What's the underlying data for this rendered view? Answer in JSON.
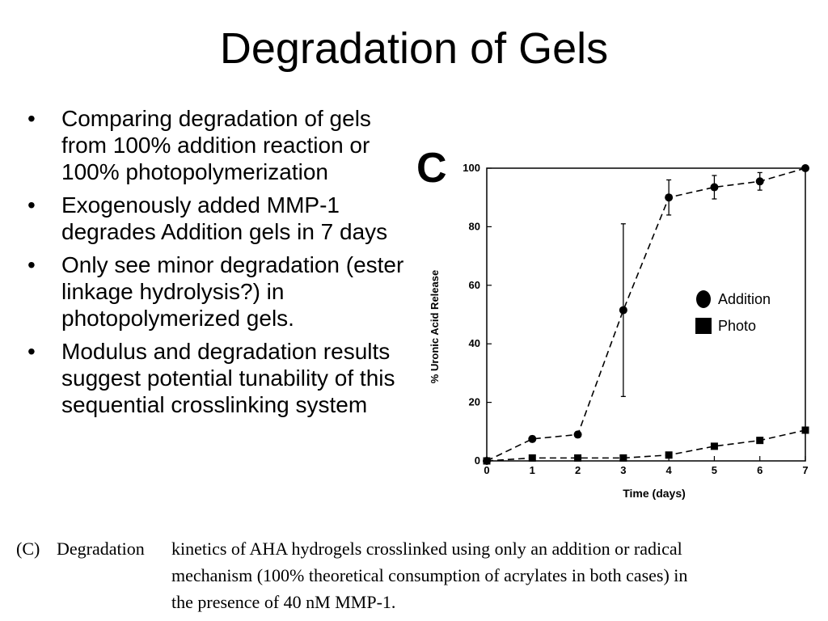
{
  "slide": {
    "title": "Degradation of Gels",
    "bullets": [
      "Comparing degradation of gels from 100% addition reaction or 100% photopolymerization",
      "Exogenously added MMP-1 degrades Addition gels in 7 days",
      "Only see minor degradation (ester linkage hydrolysis?) in photopolymerized gels.",
      "Modulus and degradation results suggest potential tunability of this sequential crosslinking system"
    ],
    "bullet_symbol": "•"
  },
  "figure": {
    "panel_letter": "C",
    "caption": {
      "label": "(C)",
      "lead": "Degradation",
      "line1": "kinetics of AHA hydrogels crosslinked using only an addition or radical",
      "line2": "mechanism (100% theoretical consumption of acrylates in both cases) in",
      "line3": "the presence of 40 nM MMP-1."
    }
  },
  "chart_data": {
    "type": "line",
    "xlabel": "Time (days)",
    "ylabel": "% Uronic Acid Release",
    "xlim": [
      0,
      7
    ],
    "ylim": [
      0,
      100
    ],
    "xticks": [
      0,
      1,
      2,
      3,
      4,
      5,
      6,
      7
    ],
    "yticks": [
      0,
      20,
      40,
      60,
      80,
      100
    ],
    "grid": false,
    "legend_position": "right",
    "line_style": "dashed",
    "series": [
      {
        "name": "Addition",
        "marker": "circle",
        "x": [
          0,
          1,
          2,
          3,
          4,
          5,
          6,
          7
        ],
        "y": [
          0,
          7.5,
          9,
          51.5,
          90,
          93.5,
          95.5,
          100
        ],
        "error": [
          0,
          1,
          1,
          29.5,
          6,
          4,
          3,
          0
        ]
      },
      {
        "name": "Photo",
        "marker": "square",
        "x": [
          0,
          1,
          2,
          3,
          4,
          5,
          6,
          7
        ],
        "y": [
          0,
          1,
          1,
          1,
          2,
          5,
          7,
          10.5
        ],
        "error": [
          0,
          0,
          0,
          0,
          1,
          0,
          1,
          1
        ]
      }
    ]
  }
}
